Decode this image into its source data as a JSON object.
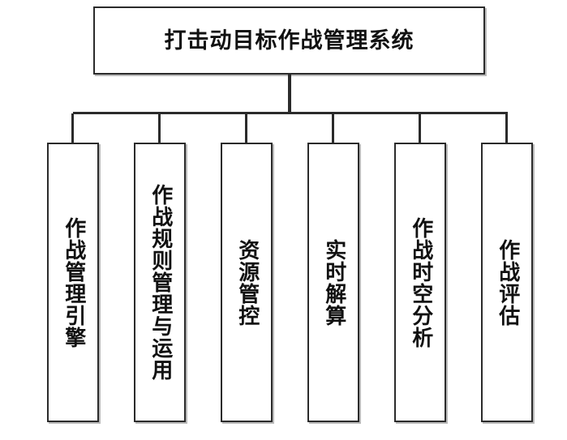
{
  "diagram": {
    "type": "org-chart",
    "orientation": "top-down",
    "root": {
      "label": "打击动目标作战管理系统"
    },
    "children": [
      {
        "label": "作战管理引擎"
      },
      {
        "label": "作战规则管理与运用"
      },
      {
        "label": "资源管控"
      },
      {
        "label": "实时解算"
      },
      {
        "label": "作战时空分析"
      },
      {
        "label": "作战评估"
      }
    ],
    "style": {
      "background": "#ffffff",
      "box_fill": "#ffffff",
      "box_border": "#2b2b2b",
      "line_color": "#2b2b2b",
      "text_color": "#111111",
      "shadow": "#828282"
    }
  }
}
